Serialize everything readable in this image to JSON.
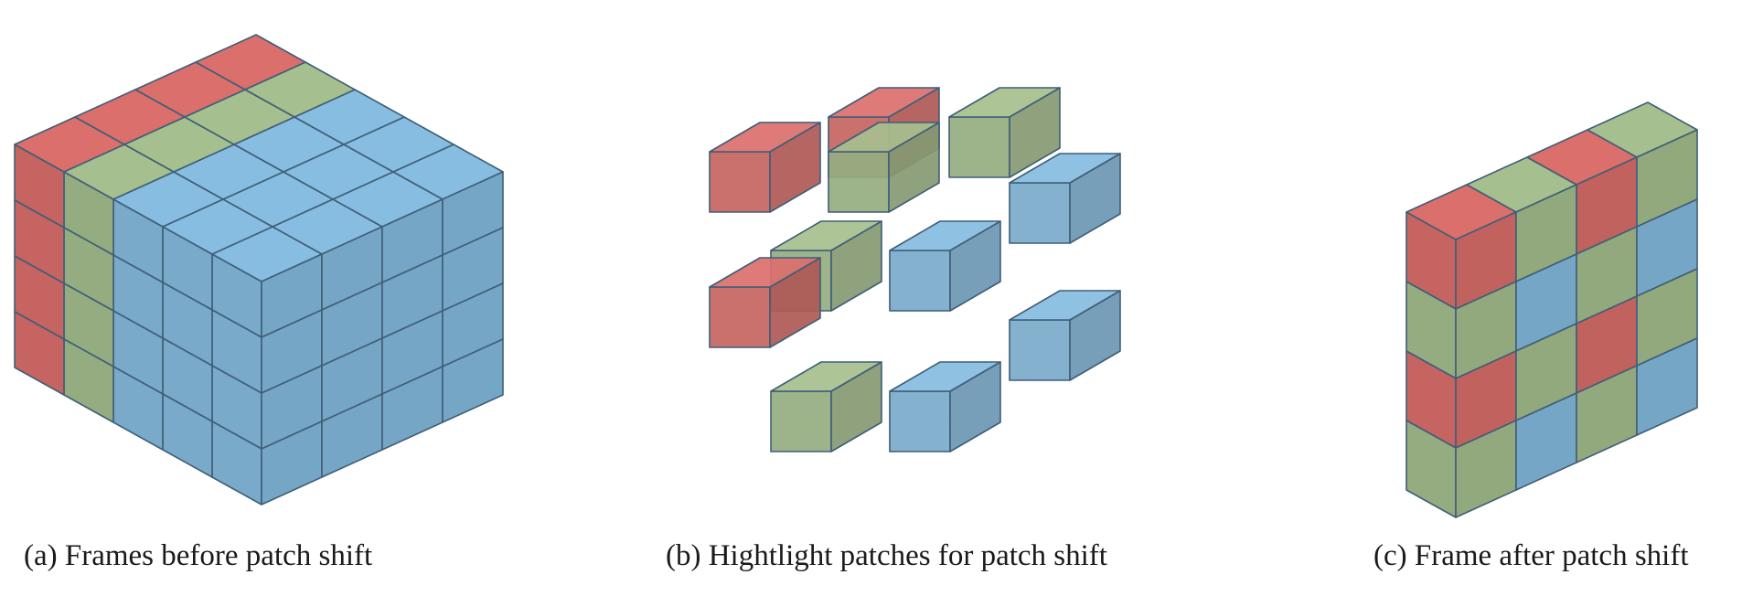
{
  "colors": {
    "red": "#db6f6c",
    "green": "#a6bf8e",
    "blue": "#86bde0",
    "edge": "#3f5e78"
  },
  "panels": [
    {
      "id": "a",
      "caption": "(a) Frames before patch shift",
      "layout": "stacked-frames",
      "frames": [
        "red",
        "green",
        "blue",
        "blue",
        "blue"
      ],
      "rows": 4,
      "columns": 4
    },
    {
      "id": "b",
      "caption": "(b) Hightlight patches for patch shift",
      "layout": "highlighted-patches"
    },
    {
      "id": "c",
      "caption": "(c) Frame after patch shift",
      "layout": "shifted-frame",
      "grid": [
        [
          "red",
          "green",
          "red",
          "green"
        ],
        [
          "green",
          "blue",
          "green",
          "blue"
        ],
        [
          "red",
          "green",
          "red",
          "green"
        ],
        [
          "green",
          "blue",
          "green",
          "blue"
        ]
      ]
    }
  ]
}
